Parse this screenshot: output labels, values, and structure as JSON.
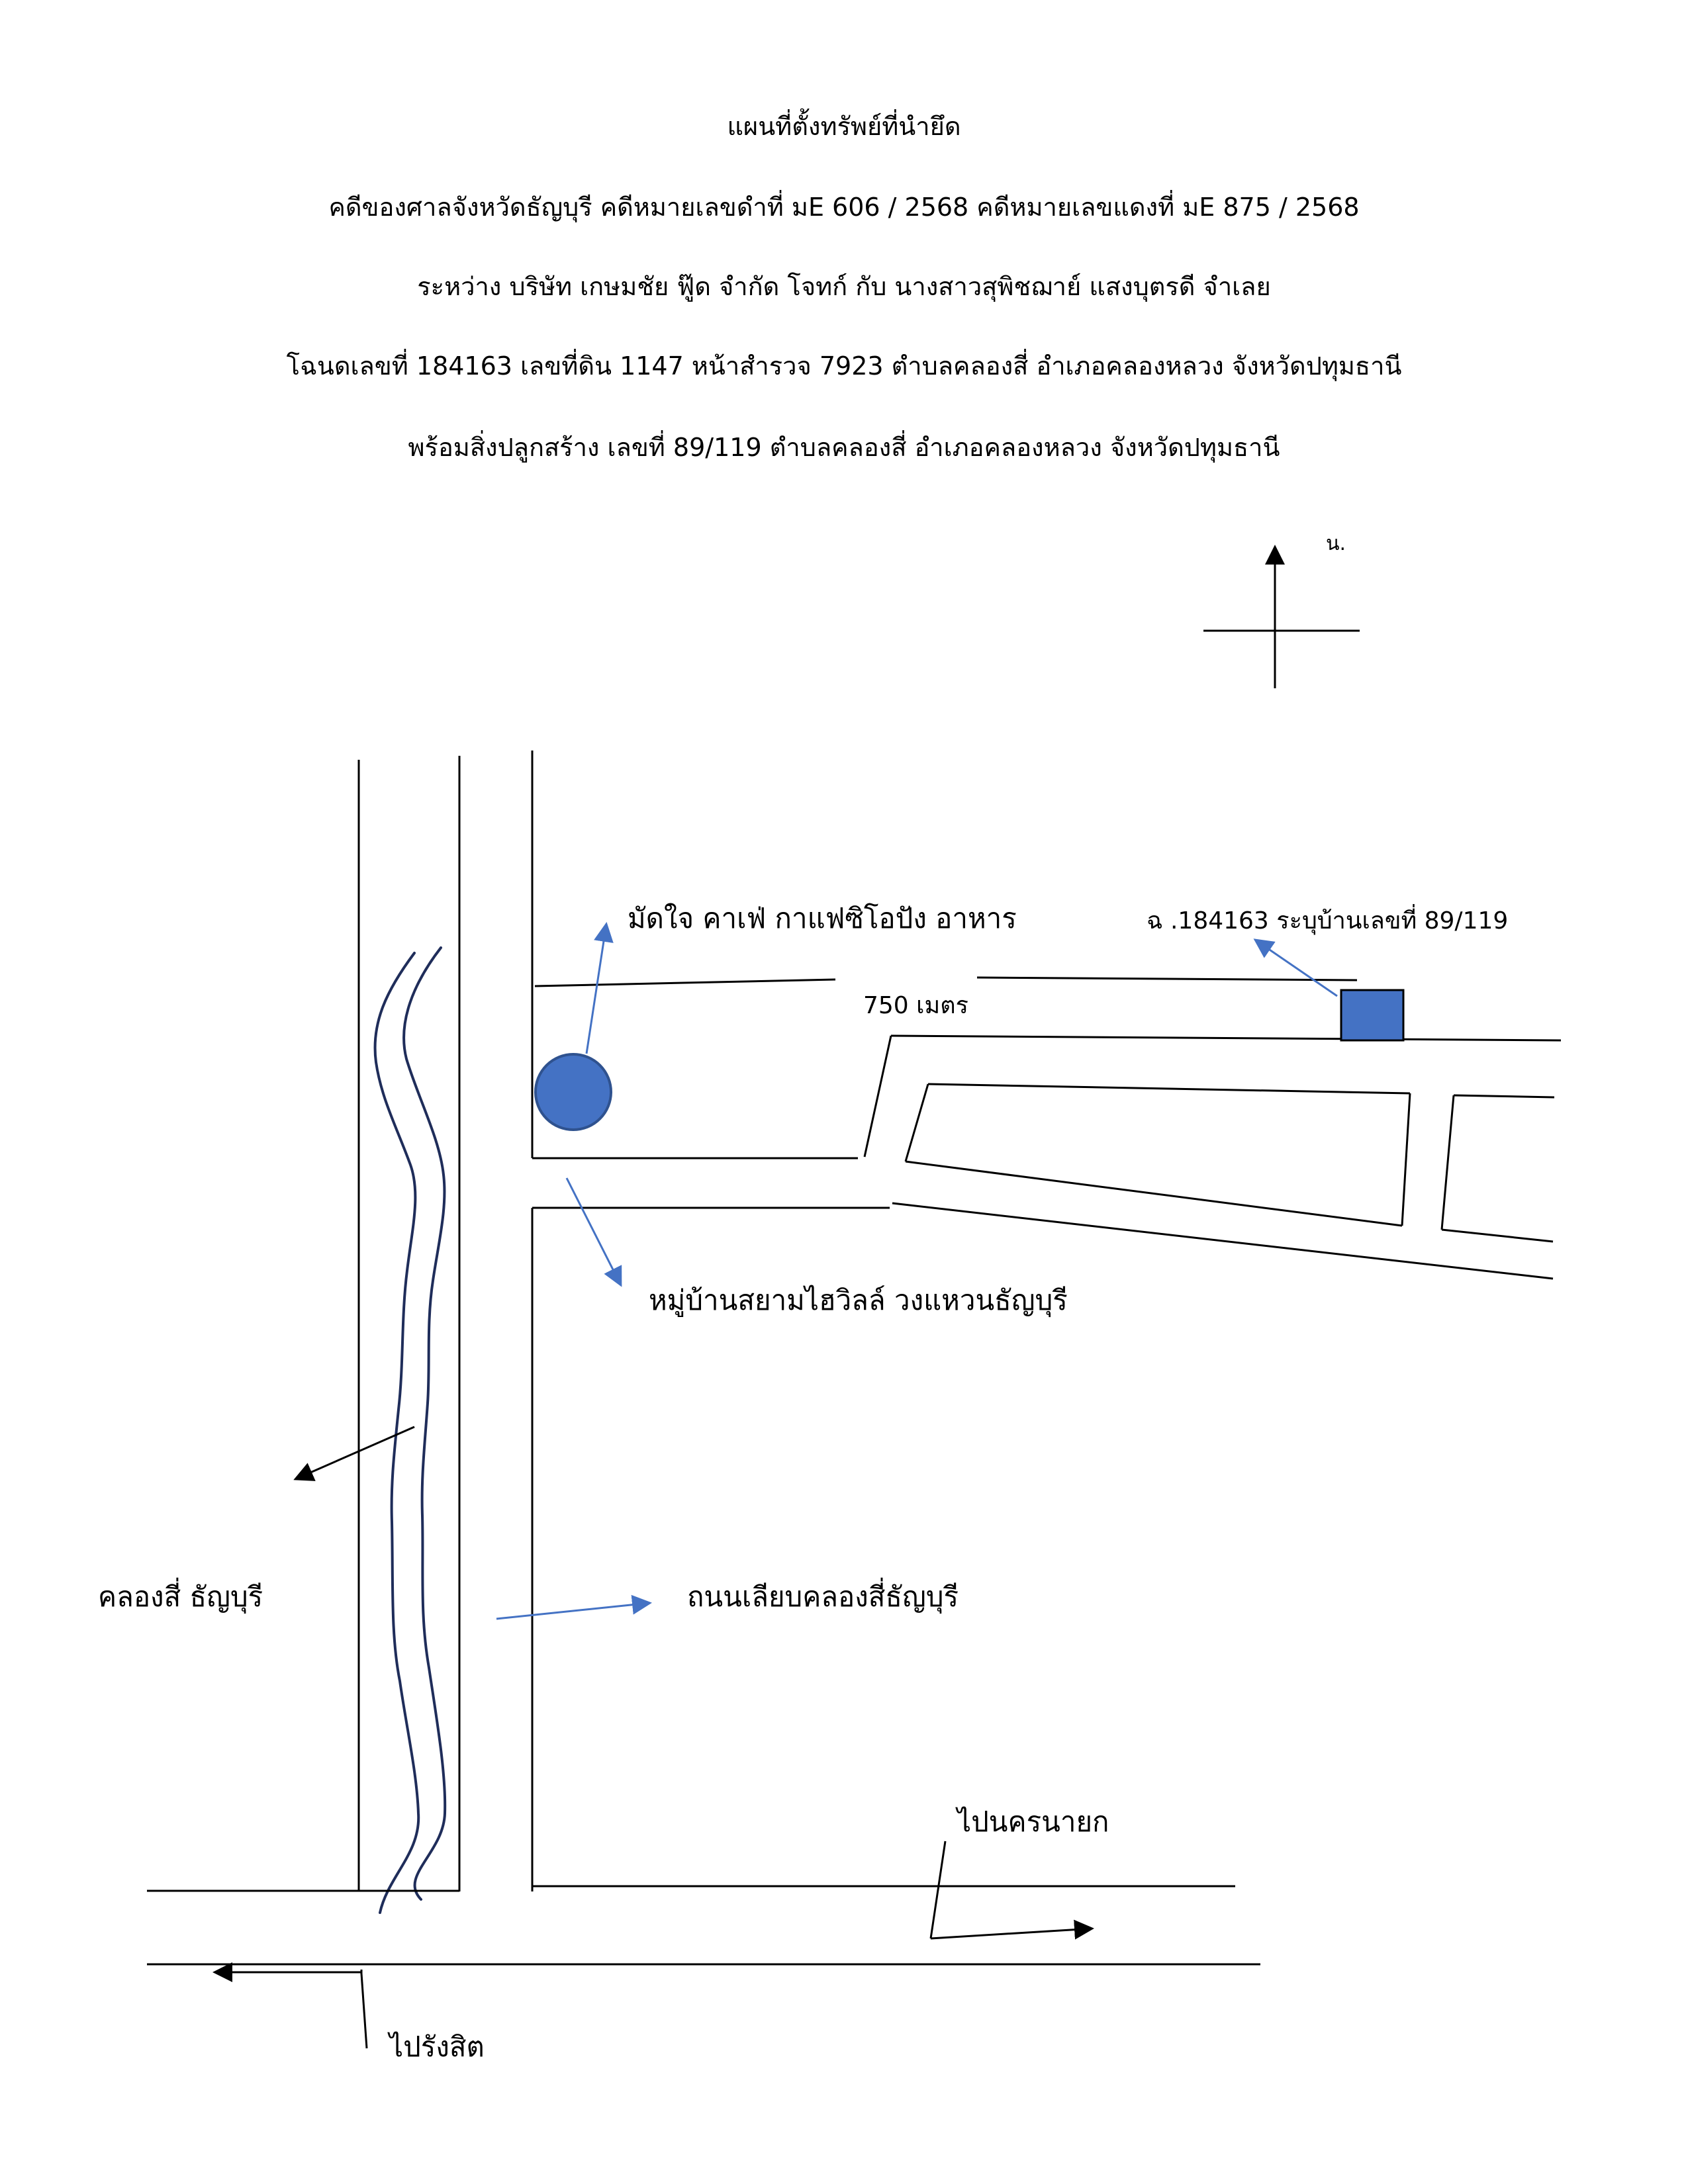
{
  "header": {
    "title": "แผนที่ตั้งทรัพย์ที่นำยึด",
    "case_line": "คดีของศาลจังหวัดธัญบุรี  คดีหมายเลขดำที่ มE 606 / 2568 คดีหมายเลขแดงที่ มE 875 / 2568",
    "parties_line": "ระหว่าง บริษัท เกษมชัย ฟู๊ด จำกัด  โจทก์  กับ  นางสาวสุพิชฌาย์  แสงบุตรดี  จำเลย",
    "deed_line": "โฉนดเลขที่  184163  เลขที่ดิน 1147  หน้าสำรวจ  7923  ตำบลคลองสี่  อำเภอคลองหลวง จังหวัดปทุมธานี",
    "building_line": "พร้อมสิ่งปลูกสร้าง เลขที่ 89/119 ตำบลคลองสี่  อำเภอคลองหลวง จังหวัดปทุมธานี"
  },
  "map": {
    "north_label": "น.",
    "labels": {
      "cafe": "มัดใจ คาเฟ่  กาแฟซิโอปัง อาหาร",
      "property": "ฉ .184163 ระบุบ้านเลขที่ 89/119",
      "distance": "750 เมตร",
      "village": "หมู่บ้านสยามไฮวิลล์ วงแหวนธัญบุรี",
      "canal": "คลองสี่ ธัญบุรี",
      "canal_road": "ถนนเลียบคลองสี่ธัญบุรี",
      "to_nakhon_nayok": "ไปนครนายก",
      "to_rangsit": "ไปรังสิต"
    },
    "colors": {
      "marker_fill": "#4472C4",
      "marker_stroke": "#2F528F",
      "pointer_arrow": "#4472C4",
      "canal_line": "#1F2D5A",
      "road_line": "#000000"
    },
    "markers": {
      "cafe_marker": "circle",
      "property_marker": "square"
    }
  }
}
